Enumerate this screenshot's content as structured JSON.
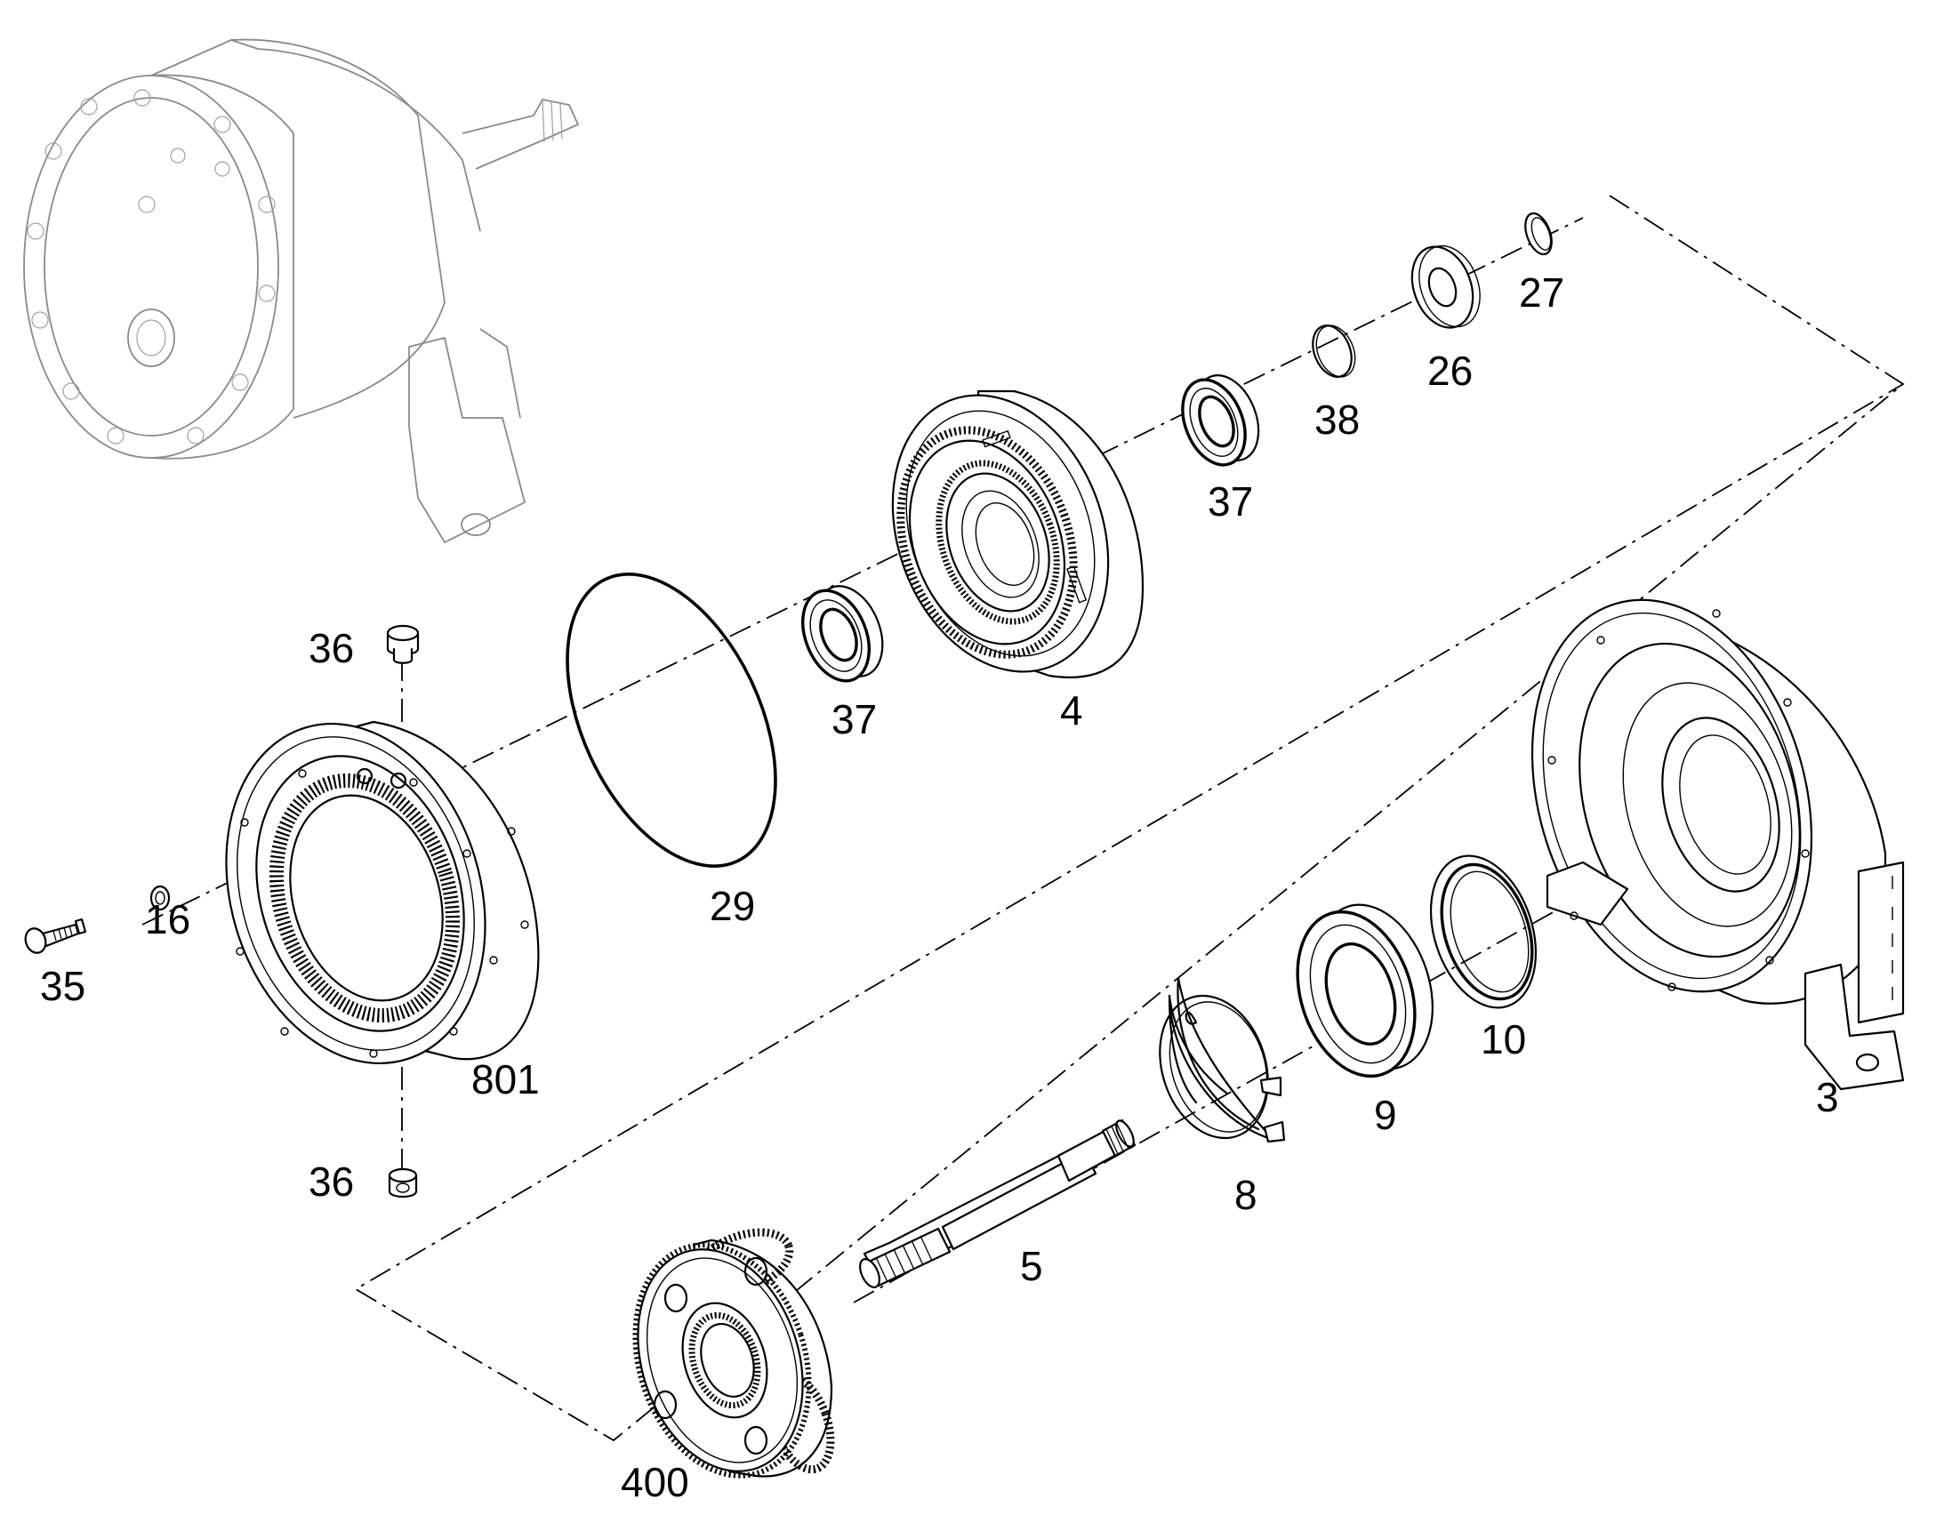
{
  "parts": [
    {
      "id": "lbl-27",
      "number": "27"
    },
    {
      "id": "lbl-26",
      "number": "26"
    },
    {
      "id": "lbl-38",
      "number": "38"
    },
    {
      "id": "lbl-37-upper",
      "number": "37"
    },
    {
      "id": "lbl-37-lower",
      "number": "37"
    },
    {
      "id": "lbl-4",
      "number": "4"
    },
    {
      "id": "lbl-36-top",
      "number": "36"
    },
    {
      "id": "lbl-29",
      "number": "29"
    },
    {
      "id": "lbl-16",
      "number": "16"
    },
    {
      "id": "lbl-35",
      "number": "35"
    },
    {
      "id": "lbl-801",
      "number": "801"
    },
    {
      "id": "lbl-36-bottom",
      "number": "36"
    },
    {
      "id": "lbl-10",
      "number": "10"
    },
    {
      "id": "lbl-3",
      "number": "3"
    },
    {
      "id": "lbl-9",
      "number": "9"
    },
    {
      "id": "lbl-8",
      "number": "8"
    },
    {
      "id": "lbl-5",
      "number": "5"
    },
    {
      "id": "lbl-400",
      "number": "400"
    }
  ]
}
